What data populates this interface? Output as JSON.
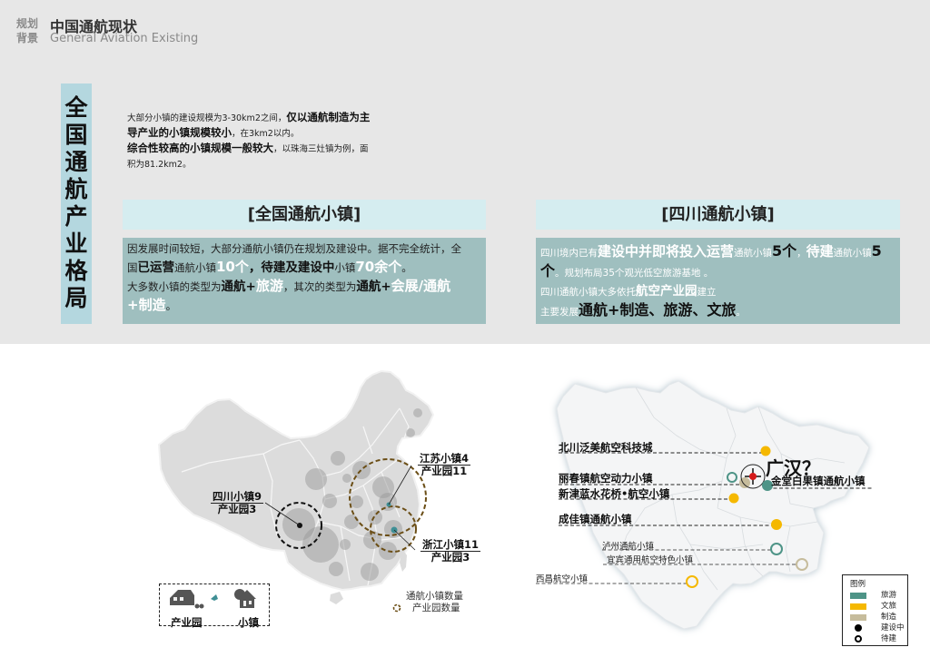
{
  "header": {
    "tag_line1": "规划",
    "tag_line2": "背景",
    "title": "中国通航现状",
    "subtitle": "General Aviation Existing"
  },
  "side_title": {
    "text": "全国通航产业格局",
    "chars": [
      "全",
      "国",
      "通",
      "航",
      "产",
      "业",
      "格",
      "局"
    ]
  },
  "intro": {
    "lines": [
      [
        {
          "t": "大部分小镇的建设规模为3-30km2之间，"
        },
        {
          "t": "仅以通航制造为主"
        }
      ],
      [
        {
          "t": "导产业的小镇规模较小"
        },
        {
          "t": "，在3km2以内。"
        }
      ],
      [
        {
          "t": "综合性较高的小镇规模一般较大"
        },
        {
          "t": "，以珠海三灶镇为例，面"
        }
      ],
      [
        {
          "t": "积为81.2km2。"
        }
      ]
    ]
  },
  "national_panel": {
    "title": "[全国通航小镇]",
    "lines": [
      [
        {
          "t": "因发展时间较短，大部分通航小镇仍在规划及建设中。据不完全统计，全"
        }
      ],
      [
        {
          "t": "国"
        },
        {
          "t": "已运营"
        },
        {
          "t": "通航小镇"
        },
        {
          "t": "10个"
        },
        {
          "t": "，待建及建设中"
        },
        {
          "t": "小镇"
        },
        {
          "t": "70余个"
        },
        {
          "t": "。"
        }
      ],
      [
        {
          "t": "大多数小镇的类型为"
        },
        {
          "t": "通航+"
        },
        {
          "t": "旅游"
        },
        {
          "t": "，其次的类型为"
        },
        {
          "t": "通航+"
        },
        {
          "t": "会展/通航"
        }
      ],
      [
        {
          "t": "+制造"
        },
        {
          "t": "。"
        }
      ]
    ]
  },
  "sichuan_panel": {
    "title": "[四川通航小镇]",
    "lines": [
      [
        {
          "t": "四川境内已有"
        },
        {
          "t": "建设中并即将投入运营"
        },
        {
          "t": "通航小镇"
        },
        {
          "t": "5个"
        },
        {
          "t": "，"
        },
        {
          "t": "待建"
        },
        {
          "t": "通航小镇"
        },
        {
          "t": "5"
        }
      ],
      [
        {
          "t": "个"
        },
        {
          "t": "。规划布局35个观光低空旅游基地 。"
        }
      ],
      [
        {
          "t": "四川通航小镇大多依托"
        },
        {
          "t": "航空产业园"
        },
        {
          "t": "建立"
        }
      ],
      [
        {
          "t": "主要发展"
        },
        {
          "t": "通航+制造、旅游、文旅"
        },
        {
          "t": "。"
        }
      ]
    ]
  },
  "china_map": {
    "labels": [
      {
        "name": "四川小镇9",
        "sub": "产业园3"
      },
      {
        "name": "江苏小镇4",
        "sub": "产业园11"
      },
      {
        "name": "浙江小镇11",
        "sub": "产业园3"
      }
    ],
    "legend_box": {
      "park": "产业园",
      "town": "小镇"
    },
    "size_legend": {
      "towns": "通航小镇数量",
      "parks": "产业园数量"
    }
  },
  "sichuan_map": {
    "question_label": "广汉？",
    "towns": [
      {
        "name": "北川泛美航空科技城",
        "type": "文旅",
        "status": "建设中"
      },
      {
        "name": "丽春镇航空动力小镇",
        "type": "制造",
        "status": "建设中"
      },
      {
        "name": "新津蓝水花桥•航空小镇",
        "type": "文旅",
        "status": "建设中"
      },
      {
        "name": "成佳镇通航小镇",
        "type": "文旅",
        "status": "建设中"
      },
      {
        "name": "金堂白果镇通航小镇",
        "type": "旅游",
        "status": "建设中"
      },
      {
        "name": "泸州通航小镇",
        "type": "旅游",
        "status": "待建"
      },
      {
        "name": "宜宾通用航空特色小镇",
        "type": "制造",
        "status": "待建"
      },
      {
        "name": "西昌航空小镇",
        "type": "文旅",
        "status": "待建"
      }
    ],
    "legend": {
      "title": "图例",
      "items": [
        {
          "label": "旅游",
          "color": "#4e9487"
        },
        {
          "label": "文旅",
          "color": "#f5b800"
        },
        {
          "label": "制造",
          "color": "#c6bc9c"
        },
        {
          "label": "建设中",
          "symbol": "filled-dot"
        },
        {
          "label": "待建",
          "symbol": "ring"
        }
      ]
    }
  },
  "colors": {
    "page_top_bg": "#e7e7e7",
    "side_bar": "#b4d7df",
    "panel_header": "#d5edf0",
    "panel_body": "#9fbfbf",
    "tourism": "#4e9487",
    "culture_tourism": "#f5b800",
    "manufacturing": "#c6bc9c",
    "park_ring": "#6b4e16"
  }
}
